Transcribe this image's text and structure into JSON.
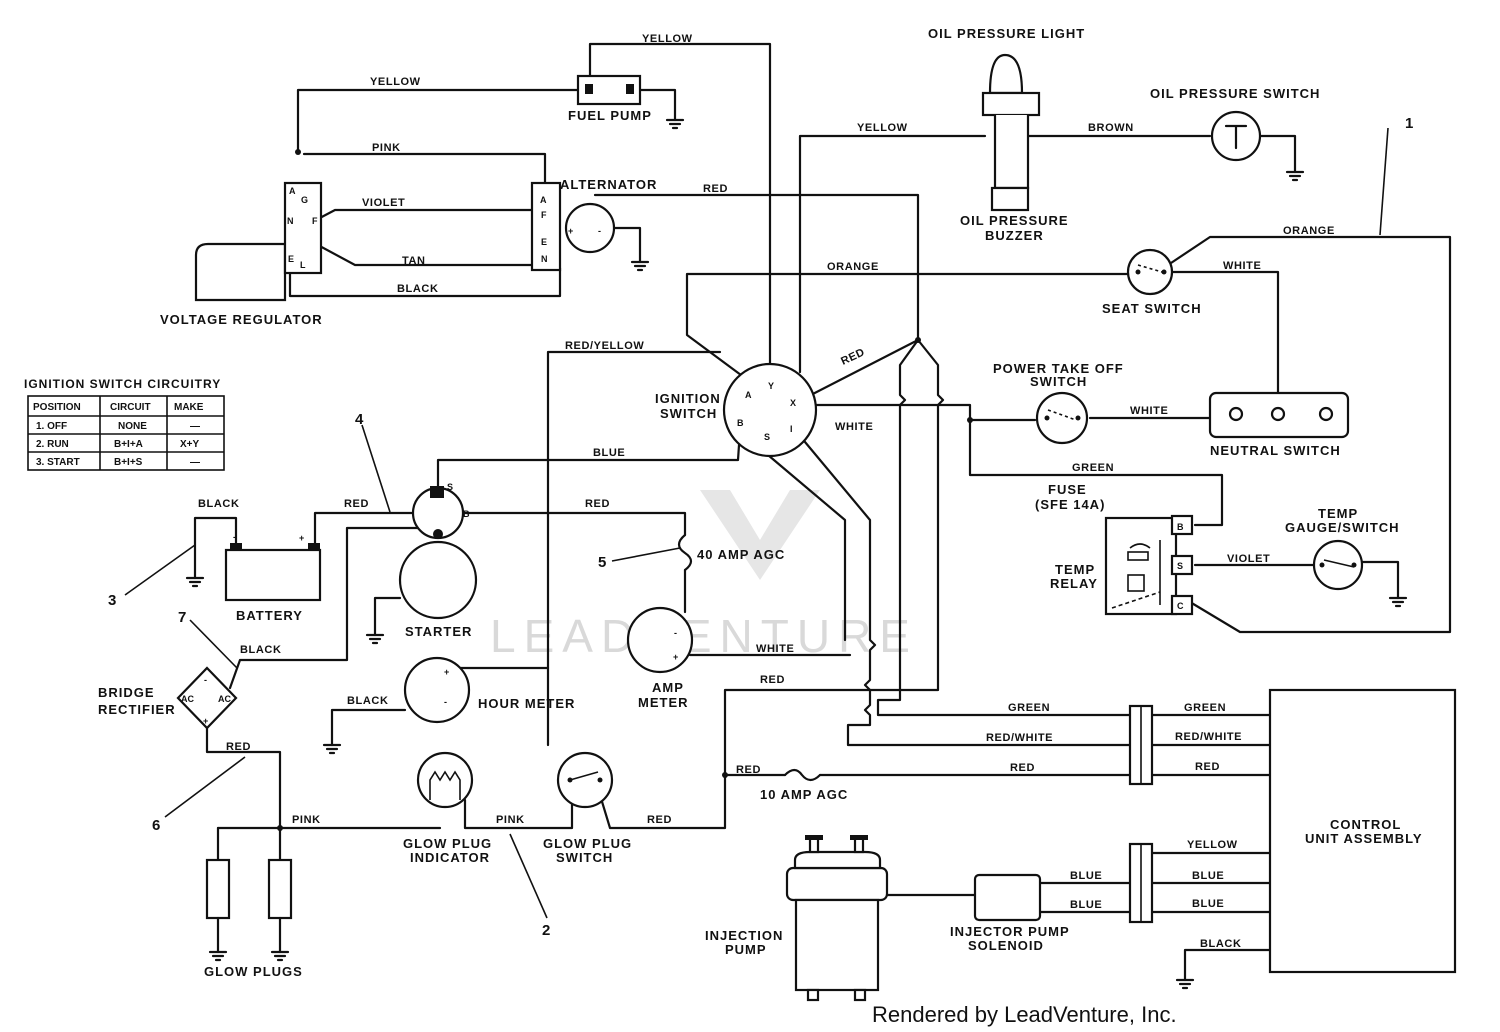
{
  "components": {
    "fuel_pump": "FUEL PUMP",
    "voltage_regulator": "VOLTAGE REGULATOR",
    "alternator": "ALTERNATOR",
    "oil_pressure_light": "OIL PRESSURE LIGHT",
    "oil_pressure_switch": "OIL PRESSURE SWITCH",
    "oil_pressure_buzzer_1": "OIL PRESSURE",
    "oil_pressure_buzzer_2": "BUZZER",
    "seat_switch": "SEAT SWITCH",
    "ignition_switch_1": "IGNITION",
    "ignition_switch_2": "SWITCH",
    "pto_switch_1": "POWER TAKE OFF",
    "pto_switch_2": "SWITCH",
    "neutral_switch": "NEUTRAL SWITCH",
    "fuse_1": "FUSE",
    "fuse_2": "(SFE 14A)",
    "temp_relay_1": "TEMP",
    "temp_relay_2": "RELAY",
    "temp_gauge_1": "TEMP",
    "temp_gauge_2": "GAUGE/SWITCH",
    "battery": "BATTERY",
    "starter": "STARTER",
    "agc40": "40 AMP AGC",
    "amp_meter_1": "AMP",
    "amp_meter_2": "METER",
    "hour_meter": "HOUR METER",
    "bridge_rectifier_1": "BRIDGE",
    "bridge_rectifier_2": "RECTIFIER",
    "glow_plug_indicator_1": "GLOW PLUG",
    "glow_plug_indicator_2": "INDICATOR",
    "glow_plug_switch_1": "GLOW PLUG",
    "glow_plug_switch_2": "SWITCH",
    "glow_plugs": "GLOW PLUGS",
    "agc10": "10 AMP AGC",
    "control_unit_1": "CONTROL",
    "control_unit_2": "UNIT ASSEMBLY",
    "injection_pump_1": "INJECTION",
    "injection_pump_2": "PUMP",
    "injector_solenoid_1": "INJECTOR PUMP",
    "injector_solenoid_2": "SOLENOID"
  },
  "wires": {
    "yellow": "YELLOW",
    "pink": "PINK",
    "violet": "VIOLET",
    "tan": "TAN",
    "black": "BLACK",
    "red": "RED",
    "orange": "ORANGE",
    "brown": "BROWN",
    "white": "WHITE",
    "red_yellow": "RED/YELLOW",
    "blue": "BLUE",
    "green": "GREEN",
    "red_white": "RED/WHITE"
  },
  "terminals": {
    "a": "A",
    "g": "G",
    "n": "N",
    "f": "F",
    "e": "E",
    "l": "L",
    "plus": "+",
    "minus": "-",
    "y": "Y",
    "x": "X",
    "b": "B",
    "s": "S",
    "i": "I",
    "c": "C",
    "ac": "AC"
  },
  "callouts": [
    "1",
    "2",
    "3",
    "4",
    "5",
    "6",
    "7"
  ],
  "ignition_table": {
    "title": "IGNITION SWITCH CIRCUITRY",
    "headers": [
      "POSITION",
      "CIRCUIT",
      "MAKE"
    ],
    "rows": [
      [
        "1.  OFF",
        "NONE",
        "—"
      ],
      [
        "2.  RUN",
        "B+I+A",
        "X+Y"
      ],
      [
        "3.  START",
        "B+I+S",
        "—"
      ]
    ]
  },
  "watermark": "LEADVENTURE",
  "credit": "Rendered by LeadVenture, Inc."
}
